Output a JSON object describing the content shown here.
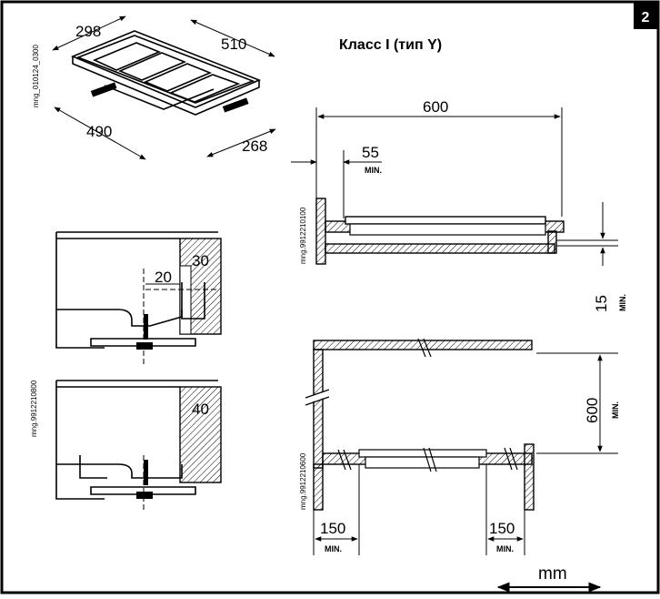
{
  "page_number": "2",
  "title": "Класс I (тип Y)",
  "units_label": "mm",
  "codes": {
    "hob": "mng_010124_0300",
    "side_view": "mng.9912210100",
    "fixing_clamps": "mng.9912210800",
    "cabinet_view": "mng.9912210600"
  },
  "hob_dims": {
    "front_depth": "298",
    "width": "510",
    "cutout_width": "490",
    "cutout_depth": "268"
  },
  "side_view": {
    "total": "600",
    "gap": "55",
    "gap_min": "MIN.",
    "clearance": "15",
    "clearance_min": "MIN."
  },
  "clamp_view": {
    "top_thickness": "30",
    "offset": "20",
    "bottom_thickness": "40"
  },
  "cabinet_view": {
    "height": "600",
    "height_min": "MIN.",
    "left_gap": "150",
    "left_min": "MIN.",
    "right_gap": "150",
    "right_min": "MIN."
  }
}
